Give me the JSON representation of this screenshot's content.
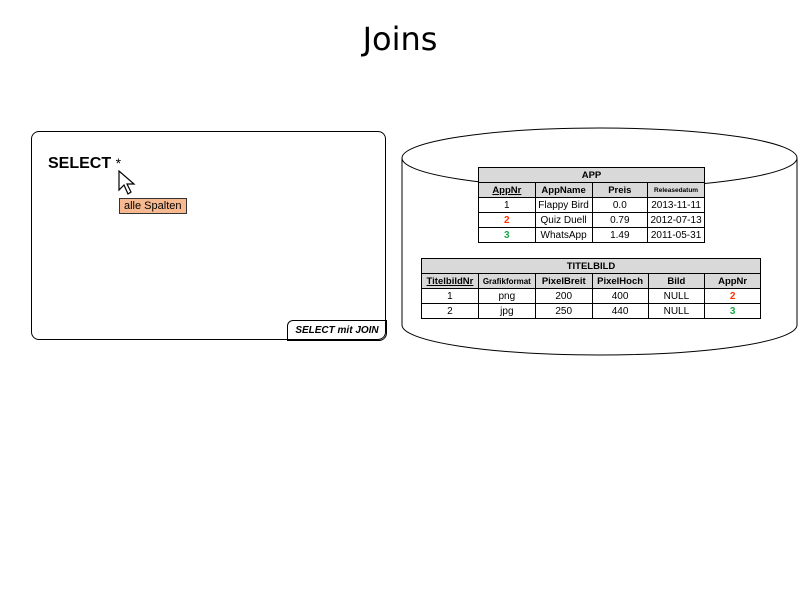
{
  "title": "Joins",
  "query": {
    "keyword": "SELECT",
    "star": "*",
    "tooltip": "alle Spalten",
    "tab_label": "SELECT mit JOIN"
  },
  "app": {
    "name": "APP",
    "headers": [
      "AppNr",
      "AppName",
      "Preis",
      "Releasedatum"
    ],
    "rows": [
      [
        "1",
        "Flappy Bird",
        "0.0",
        "2013-11-11"
      ],
      [
        "2",
        "Quiz Duell",
        "0.79",
        "2012-07-13"
      ],
      [
        "3",
        "WhatsApp",
        "1.49",
        "2011-05-31"
      ]
    ]
  },
  "titelbild": {
    "name": "TITELBILD",
    "headers": [
      "TitelbildNr",
      "Grafikformat",
      "PixelBreit",
      "PixelHoch",
      "Bild",
      "AppNr"
    ],
    "rows": [
      [
        "1",
        "png",
        "200",
        "400",
        "NULL",
        "2"
      ],
      [
        "2",
        "jpg",
        "250",
        "440",
        "NULL",
        "3"
      ]
    ]
  },
  "colors": {
    "red": "#ff3300",
    "green": "#1aa84a",
    "tooltip": "#f7b98f"
  }
}
